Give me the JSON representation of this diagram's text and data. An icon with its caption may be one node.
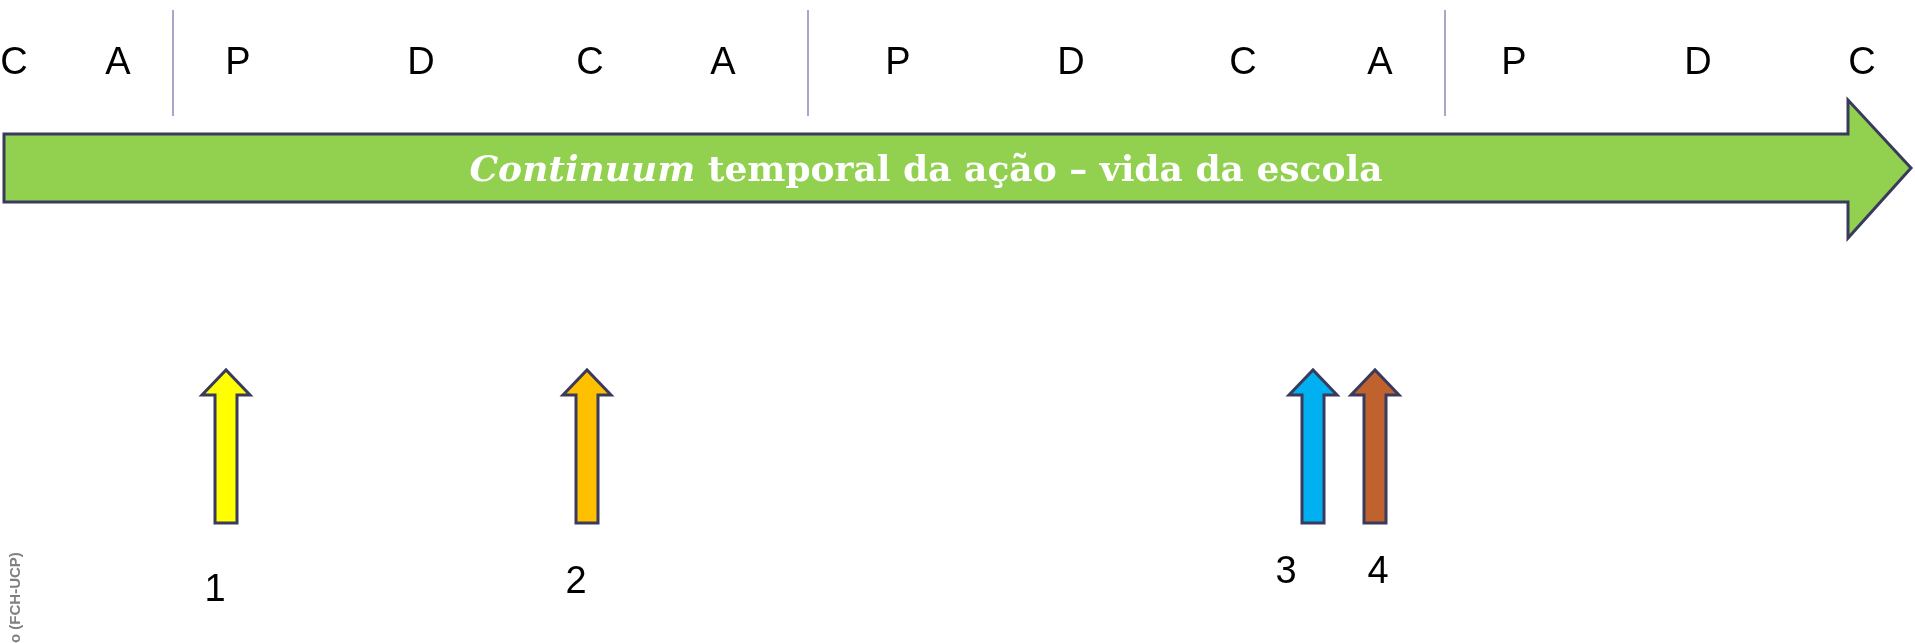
{
  "diagram": {
    "nodes": [
      {
        "text": [
          "*Continuum* temporal da ação – vida da escola"
        ]
      },
      {
        "text": [
          "1"
        ]
      },
      {
        "text": [
          "2"
        ]
      },
      {
        "text": [
          "3"
        ]
      },
      {
        "text": [
          "4"
        ]
      }
    ],
    "edges": [
      {
        "from": 1,
        "to": null,
        "arrow": "to",
        "color": "#ffff00"
      },
      {
        "from": 2,
        "to": null,
        "arrow": "to",
        "color": "#ffc000"
      },
      {
        "from": 3,
        "to": null,
        "arrow": "to",
        "color": "#00b0f0"
      },
      {
        "from": 4,
        "to": null,
        "arrow": "to",
        "color": "#c0622d"
      }
    ],
    "labels": [
      "C",
      "A",
      "P",
      "D",
      "C",
      "A",
      "P",
      "D",
      "C",
      "A",
      "P",
      "D",
      "C",
      "o (FCH-UCP)"
    ]
  }
}
